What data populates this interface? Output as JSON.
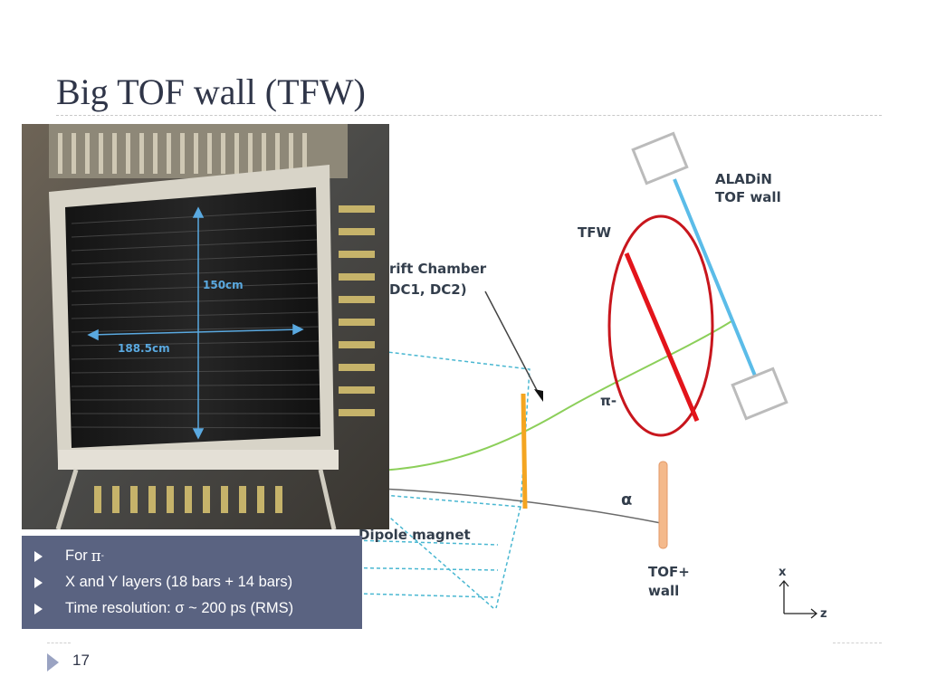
{
  "slide": {
    "title": "Big TOF wall (TFW)",
    "number": "17"
  },
  "photo": {
    "height_label": "150cm",
    "width_label": "188.5cm"
  },
  "diagram": {
    "aladin_label": [
      "ALADiN",
      "TOF wall"
    ],
    "tfw_label": "TFW",
    "drift_label": [
      "rift Chamber",
      "DC1, DC2)"
    ],
    "pion_label": "π-",
    "alpha_label": "α",
    "dipole_label": "Dipole magnet",
    "tof_plus_label": [
      "TOF+",
      "wall"
    ],
    "axis_x": "x",
    "axis_z": "z",
    "colors": {
      "ellipse": "#c8161d",
      "tfw_bar": "#e3141b",
      "aladin_wall": "#5bbce8",
      "pion_track": "#8ccf5a",
      "alpha_track": "#6a6a6a",
      "drift_chamber": "#f4a521",
      "magnet": "#49b7d1",
      "tof_plus": "#f4b98b"
    }
  },
  "bullets": [
    {
      "text": "For ",
      "greek": "π",
      "sup": "-"
    },
    {
      "text": "X and Y layers (18 bars + 14 bars)"
    },
    {
      "text": "Time resolution: σ ~ 200 ps (RMS)"
    }
  ]
}
